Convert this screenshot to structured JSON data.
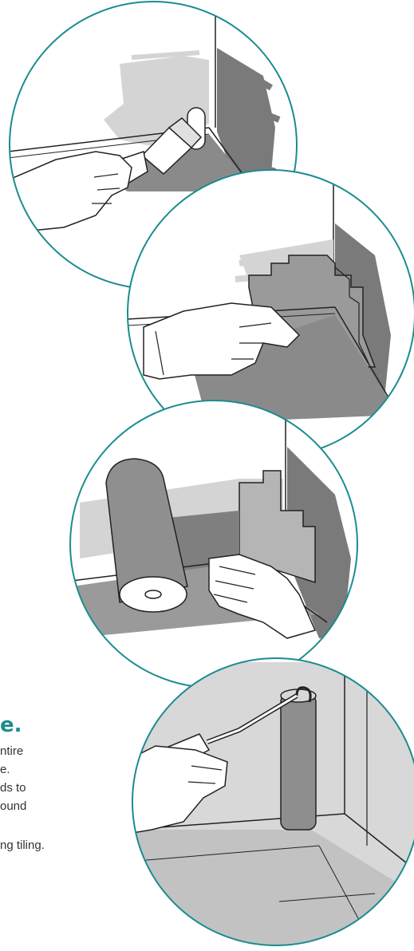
{
  "colors": {
    "teal": "#1b8c8e",
    "wall_light": "#d3d3d3",
    "wall_mid": "#a9a9a9",
    "wall_dark": "#777777",
    "line": "#222222",
    "text": "#333333"
  },
  "text_fragments": {
    "title": "e.",
    "line1": "ntire",
    "line2": "e.",
    "line3": "ds to",
    "line4": "ound",
    "line5": "ng tiling."
  },
  "illustrations": [
    {
      "step": 1,
      "icon": "paint-brush-icon"
    },
    {
      "step": 2,
      "icon": "membrane-corner-icon"
    },
    {
      "step": 3,
      "icon": "membrane-roll-icon"
    },
    {
      "step": 4,
      "icon": "paint-roller-icon"
    }
  ]
}
